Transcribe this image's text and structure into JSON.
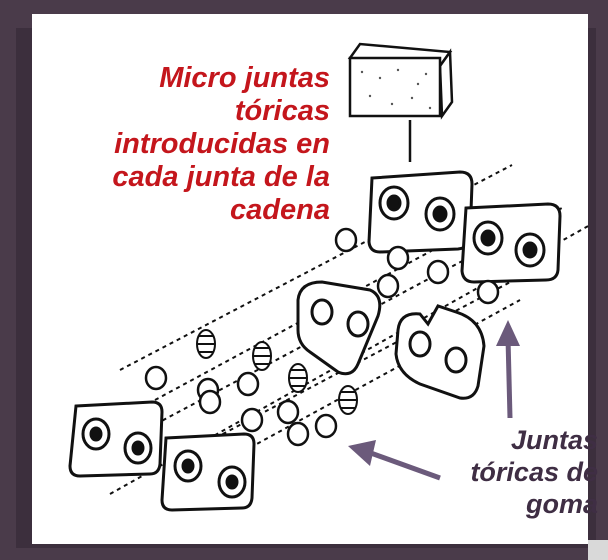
{
  "title": {
    "lines": [
      "Micro juntas",
      "tóricas",
      "introducidas en",
      "cada junta de la",
      "cadena"
    ]
  },
  "callout": {
    "lines": [
      "Juntas",
      "tóricas de",
      "goma"
    ]
  },
  "colors": {
    "frame": "#4a3b4a",
    "title": "#c4161c",
    "callout": "#3f2e44",
    "arrow": "#6b5a7b"
  },
  "icons": {
    "filter_block": "foam-block-icon",
    "plate": "chain-plate-icon",
    "ring": "o-ring-icon",
    "rivet": "rivet-icon"
  }
}
